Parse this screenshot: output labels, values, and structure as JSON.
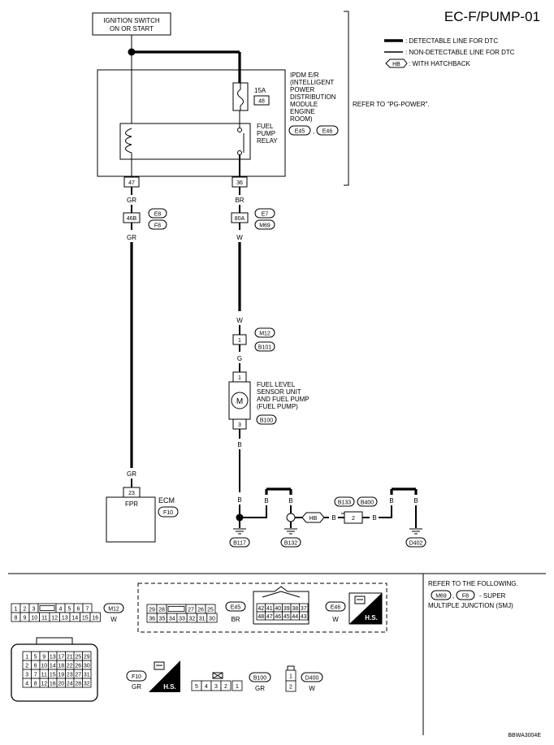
{
  "title": "EC-F/PUMP-01",
  "legend": {
    "detectable": ": DETECTABLE LINE FOR DTC",
    "non_detectable": ": NON-DETECTABLE LINE FOR DTC",
    "hb_tag": "HB",
    "hatchback": ": WITH HATCHBACK"
  },
  "ignition": {
    "line1": "IGNITION SWITCH",
    "line2": "ON OR START"
  },
  "ipdm": {
    "lines": [
      "IPDM E/R",
      "(INTELLIGENT",
      "POWER",
      "DISTRIBUTION",
      "MODULE",
      "ENGINE",
      "ROOM)"
    ],
    "conn1": "E45",
    "sep": ",",
    "conn2": "E46",
    "fuse_amp": "15A",
    "fuse_no": "48",
    "relay_lines": [
      "FUEL",
      "PUMP",
      "RELAY"
    ],
    "pin_left": "47",
    "pin_right": "36",
    "refer": "REFER TO \"PG-POWER\"."
  },
  "left_wire": {
    "color_top": "GR",
    "junction": "46B",
    "conn_a": "E8",
    "conn_b": "F8",
    "color_bottom": "GR",
    "color_ecm": "GR"
  },
  "right_wire": {
    "color_br": "BR",
    "junction": "80A",
    "conn_a": "E7",
    "conn_b": "M69",
    "color_w": "W",
    "color_w2": "W",
    "pin_m12": "1",
    "conn_m12": "M12",
    "conn_b101": "B101",
    "color_g": "G"
  },
  "pump": {
    "pin_top": "1",
    "pin_bottom": "3",
    "motor": "M",
    "lines": [
      "FUEL LEVEL",
      "SENSOR UNIT",
      "AND FUEL PUMP",
      "(FUEL PUMP)"
    ],
    "conn": "B100",
    "color_b": "B"
  },
  "ecm": {
    "pin": "23",
    "signal": "FPR",
    "name": "ECM",
    "conn": "F10"
  },
  "ground": {
    "b_labels": [
      "B",
      "B",
      "B",
      "B",
      "B",
      "B",
      "B"
    ],
    "g1": "B117",
    "g2": "B132",
    "g3": "D402",
    "hb": "HB",
    "jpin": "2",
    "jconn1": "B133",
    "jconn2": "B400"
  },
  "footer": {
    "refer_title": "REFER TO THE FOLLOWING.",
    "smj_c1": "M69",
    "smj_c2": "F8",
    "smj_text": "- SUPER",
    "smj_line2": "MULTIPLE JUNCTION (SMJ)",
    "code": "BBWA3004E",
    "hs": "H.S."
  },
  "connectors": {
    "m12": {
      "name": "M12",
      "color": "W",
      "top": [
        "1",
        "2",
        "3",
        "",
        "4",
        "5",
        "6",
        "7"
      ],
      "bottom": [
        "8",
        "9",
        "10",
        "11",
        "12",
        "13",
        "14",
        "15",
        "16"
      ]
    },
    "e45": {
      "name": "E45",
      "color": "BR",
      "top": [
        "29",
        "28",
        "",
        "27",
        "26",
        "25"
      ],
      "bottom": [
        "36",
        "35",
        "34",
        "33",
        "32",
        "31",
        "30"
      ]
    },
    "e46": {
      "name": "E46",
      "color": "W",
      "top": [
        "42",
        "41",
        "40",
        "39",
        "38",
        "37"
      ],
      "bottom": [
        "48",
        "47",
        "46",
        "45",
        "44",
        "43"
      ]
    },
    "f10": {
      "name": "F10",
      "color": "GR",
      "rows": [
        [
          "1",
          "5",
          "9",
          "13",
          "17",
          "21",
          "25",
          "29"
        ],
        [
          "2",
          "6",
          "10",
          "14",
          "18",
          "22",
          "26",
          "30"
        ],
        [
          "3",
          "7",
          "11",
          "15",
          "19",
          "23",
          "27",
          "31"
        ],
        [
          "4",
          "8",
          "12",
          "16",
          "20",
          "24",
          "28",
          "32"
        ]
      ]
    },
    "b100": {
      "name": "B100",
      "color": "GR",
      "pins": [
        "5",
        "4",
        "3",
        "2",
        "1"
      ]
    },
    "d400": {
      "name": "D400",
      "color": "W",
      "pins": [
        "1",
        "2"
      ]
    }
  }
}
